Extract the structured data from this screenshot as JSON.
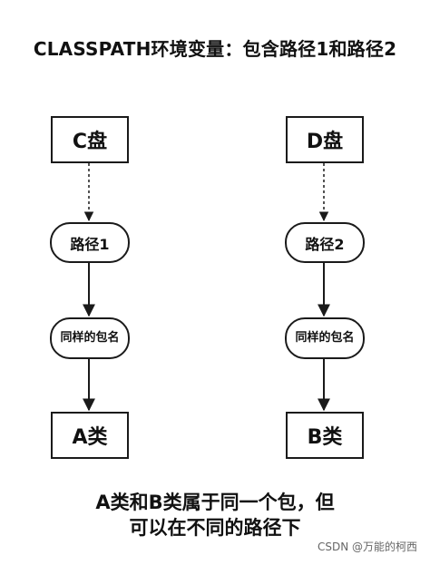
{
  "title": "CLASSPATH环境变量：包含路径1和路径2",
  "left": {
    "drive": "C盘",
    "path": "路径1",
    "package": "同样的包名",
    "class": "A类"
  },
  "right": {
    "drive": "D盘",
    "path": "路径2",
    "package": "同样的包名",
    "class": "B类"
  },
  "caption": {
    "line1": "A类和B类属于同一个包，但",
    "line2": "可以在不同的路径下"
  },
  "watermark": "CSDN @万能的柯西"
}
